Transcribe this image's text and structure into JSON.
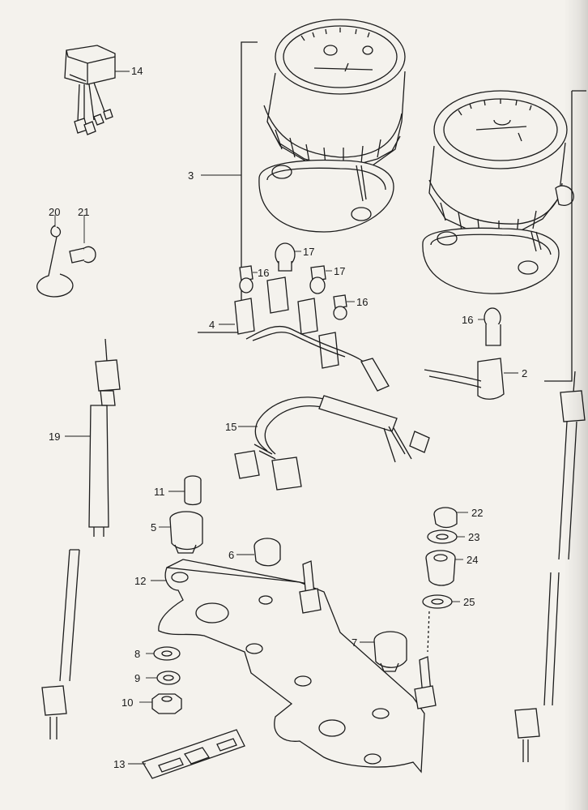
{
  "diagram": {
    "callouts": [
      "14",
      "3",
      "20",
      "21",
      "17",
      "16",
      "17",
      "16",
      "4",
      "16",
      "2",
      "15",
      "19",
      "11",
      "5",
      "6",
      "12",
      "22",
      "23",
      "24",
      "25",
      "8",
      "7",
      "9",
      "10",
      "13"
    ]
  }
}
